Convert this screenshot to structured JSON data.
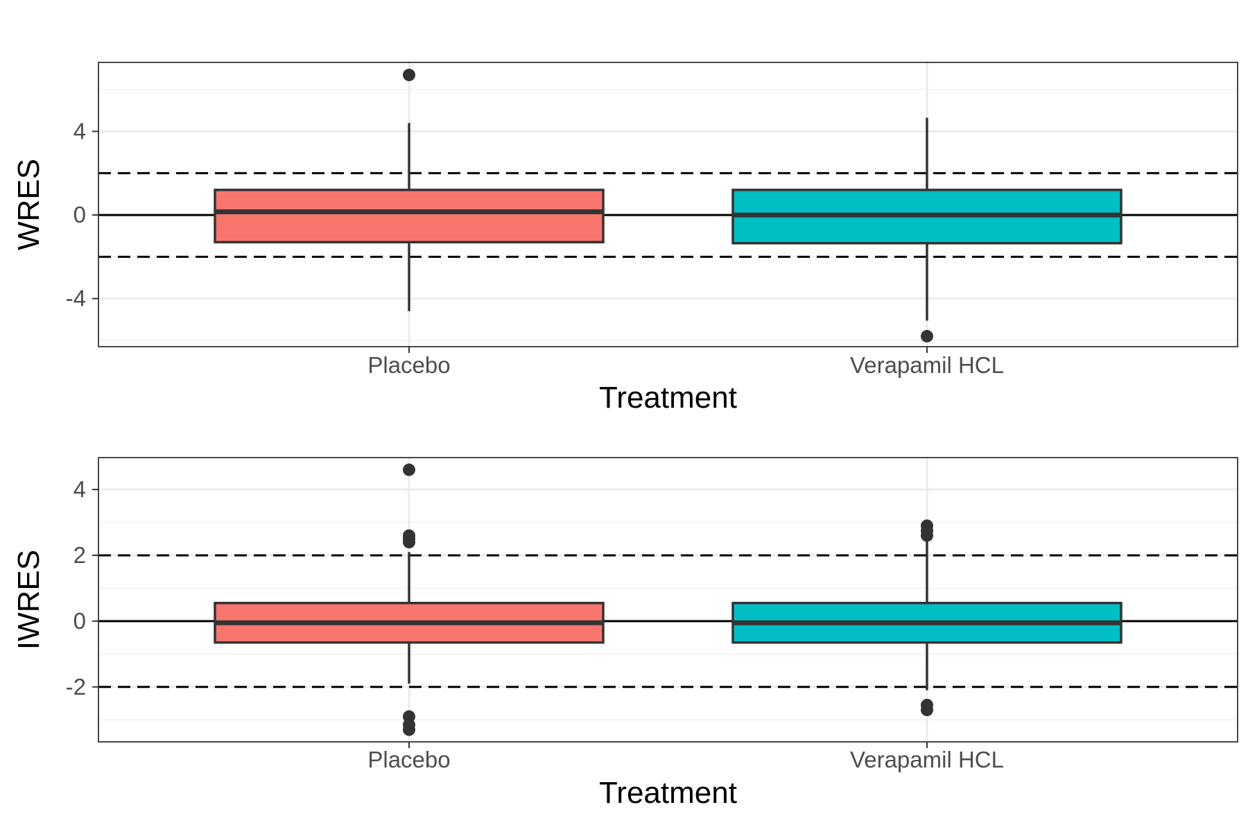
{
  "chart_data": [
    {
      "type": "box",
      "xlabel": "Treatment",
      "ylabel": "WRES",
      "categories": [
        "Placebo",
        "Verapamil HCL"
      ],
      "ylim": [
        -6.3,
        7.3
      ],
      "yticks": [
        -4,
        0,
        4
      ],
      "grid": true,
      "reference_lines": [
        {
          "value": 0,
          "style": "solid"
        },
        {
          "value": 2,
          "style": "dashed"
        },
        {
          "value": -2,
          "style": "dashed"
        }
      ],
      "boxes": [
        {
          "category": "Placebo",
          "fill": "#F8766D",
          "q1": -1.3,
          "median": 0.15,
          "q3": 1.2,
          "whisker_low": -4.6,
          "whisker_high": 4.4,
          "outliers": [
            6.7
          ]
        },
        {
          "category": "Verapamil HCL",
          "fill": "#00BFC4",
          "q1": -1.35,
          "median": 0.0,
          "q3": 1.2,
          "whisker_low": -5.05,
          "whisker_high": 4.65,
          "outliers": [
            -5.8
          ]
        }
      ]
    },
    {
      "type": "box",
      "xlabel": "Treatment",
      "ylabel": "IWRES",
      "categories": [
        "Placebo",
        "Verapamil HCL"
      ],
      "ylim": [
        -3.67,
        4.97
      ],
      "yticks": [
        -2,
        0,
        2,
        4
      ],
      "grid": true,
      "reference_lines": [
        {
          "value": 0,
          "style": "solid"
        },
        {
          "value": 2,
          "style": "dashed"
        },
        {
          "value": -2,
          "style": "dashed"
        }
      ],
      "boxes": [
        {
          "category": "Placebo",
          "fill": "#F8766D",
          "q1": -0.65,
          "median": -0.05,
          "q3": 0.55,
          "whisker_low": -1.9,
          "whisker_high": 2.1,
          "outliers": [
            4.6,
            2.6,
            2.5,
            2.4,
            -2.9,
            -3.15,
            -3.3
          ]
        },
        {
          "category": "Verapamil HCL",
          "fill": "#00BFC4",
          "q1": -0.65,
          "median": -0.05,
          "q3": 0.55,
          "whisker_low": -2.1,
          "whisker_high": 2.5,
          "outliers": [
            2.9,
            2.75,
            2.6,
            -2.55,
            -2.7
          ]
        }
      ]
    }
  ]
}
